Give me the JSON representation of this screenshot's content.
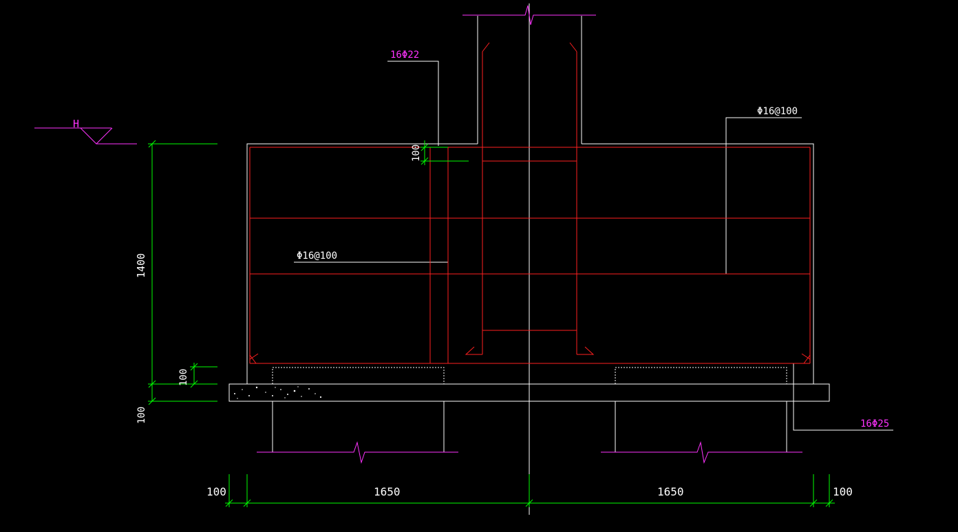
{
  "colors": {
    "background": "#000000",
    "outline": "#ffffff",
    "rebar": "#ff2020",
    "dimension": "#00ff00",
    "annotation": "#ff33ff",
    "label_text": "#ffffff"
  },
  "labels": {
    "column_top_bars": "16Φ22",
    "right_stirrups": "Φ16@100",
    "middle_stirrups": "Φ16@100",
    "bottom_bars": "16Φ25",
    "elevation_mark": "H"
  },
  "dimensions": {
    "depth": "1400",
    "top_cover": "100",
    "bottom_cover": "100",
    "blinding": "100",
    "left_edge": "100",
    "left_span": "1650",
    "right_span": "1650",
    "right_edge": "100"
  }
}
